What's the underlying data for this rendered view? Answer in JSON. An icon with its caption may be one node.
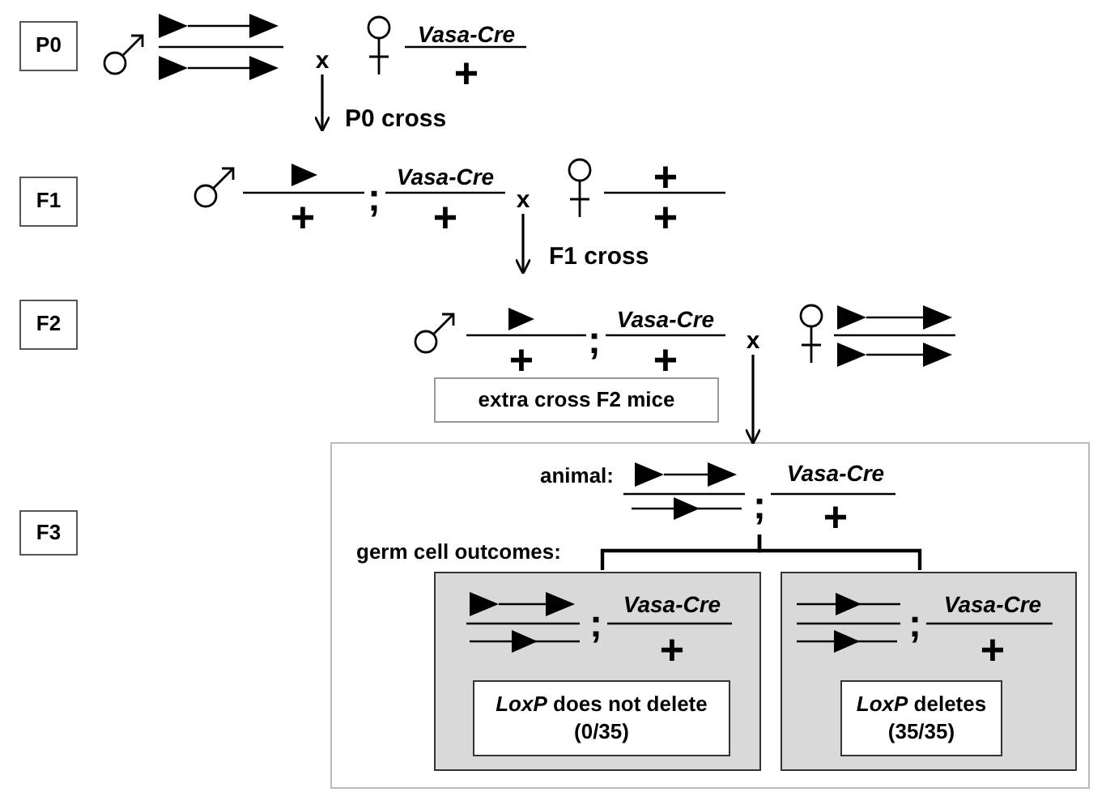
{
  "diagram": {
    "nodes": [
      {
        "text": [
          "P0"
        ]
      },
      {
        "text": [
          "F1"
        ]
      },
      {
        "text": [
          "F2"
        ]
      },
      {
        "text": [
          "F3"
        ]
      },
      {
        "text": [
          "x"
        ]
      },
      {
        "text": [
          "x"
        ]
      },
      {
        "text": [
          "x"
        ]
      },
      {
        "text": [
          "extra cross F2 mice"
        ]
      },
      {
        "text": [
          "animal:",
          "germ cell outcomes:"
        ]
      },
      {
        "text": [
          ";",
          "Vasa-Cre",
          "+"
        ],
        "in": 8
      },
      {
        "text": [
          ";",
          "Vasa-Cre",
          "+"
        ],
        "in": 8
      },
      {
        "text": [
          "*LoxP* does not delete (0/35)"
        ],
        "in": 10
      },
      {
        "text": [
          ";",
          "Vasa-Cre",
          "+"
        ],
        "in": 8
      },
      {
        "text": [
          "*LoxP* deletes (35/35)"
        ],
        "in": 12
      }
    ],
    "edges": [
      {
        "from": 4,
        "to": null,
        "arrow": "to",
        "label": "P0 cross"
      },
      {
        "from": 5,
        "to": null,
        "arrow": "to",
        "label": "F1 cross"
      },
      {
        "from": 6,
        "to": 8,
        "arrow": "to"
      },
      {
        "from": 9,
        "to": 10,
        "arrow": "none"
      },
      {
        "from": 9,
        "to": 12,
        "arrow": "none"
      }
    ],
    "labels": [
      "Vasa-Cre",
      "+",
      "+",
      ";",
      "Vasa-Cre",
      "+",
      "+",
      "+",
      "+",
      ";",
      "Vasa-Cre",
      "+"
    ]
  }
}
